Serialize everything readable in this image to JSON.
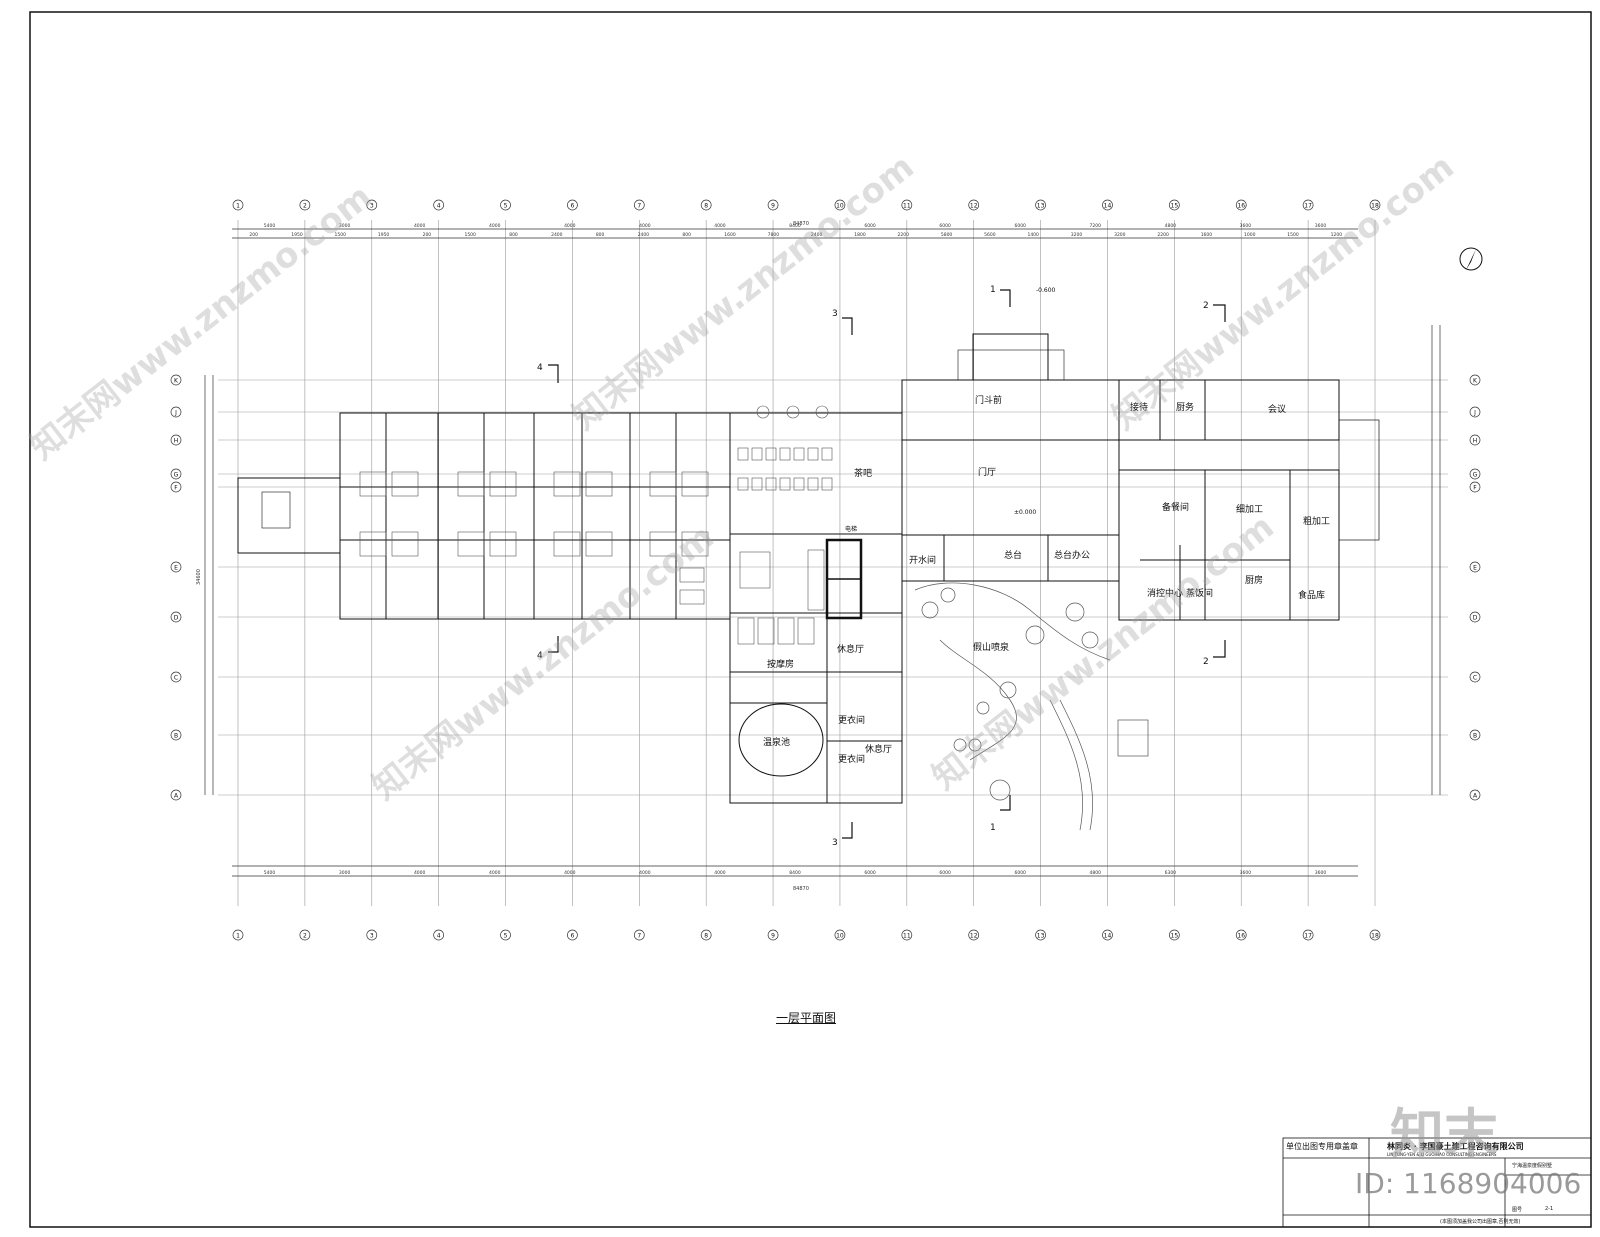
{
  "drawing": {
    "title": "一层平面图",
    "elevations": {
      "floor": "±0.000",
      "outside": "-0.600"
    },
    "overall_dimension": "84870",
    "side_dimension": "34600"
  },
  "axes": {
    "columns": [
      "1",
      "2",
      "3",
      "4",
      "5",
      "6",
      "7",
      "8",
      "9",
      "10",
      "11",
      "12",
      "13",
      "14",
      "15",
      "16",
      "17",
      "18"
    ],
    "rows": [
      "A",
      "B",
      "C",
      "D",
      "E",
      "F",
      "G",
      "H",
      "J",
      "K"
    ]
  },
  "dims_top_row1": [
    "5400",
    "3000",
    "4000",
    "4000",
    "4000",
    "4000",
    "4000",
    "8400",
    "6000",
    "6000",
    "6000",
    "7200",
    "4800",
    "3600",
    "3600"
  ],
  "dims_top_row2": [
    "200",
    "1950",
    "1500",
    "1950",
    "200",
    "1500",
    "800",
    "2400",
    "800",
    "2400",
    "800",
    "1600",
    "7800",
    "2400",
    "1800",
    "2200",
    "5800",
    "5600",
    "1400",
    "3200",
    "3200",
    "2200",
    "1600",
    "1000",
    "1500",
    "1200"
  ],
  "dims_bottom": [
    "5400",
    "3000",
    "4000",
    "4000",
    "4000",
    "4000",
    "4000",
    "8400",
    "6000",
    "6000",
    "6000",
    "4800",
    "6300",
    "3600",
    "3600"
  ],
  "section_marks": [
    "1",
    "2",
    "3",
    "4"
  ],
  "rooms": {
    "tea_bar": "茶吧",
    "reception": "门斗前",
    "lobby": "门厅",
    "duty": "接待",
    "office": "厨务",
    "meeting": "会议",
    "prep": "备餐间",
    "fine_process": "细加工",
    "rough_process": "粗加工",
    "boiler": "开水间",
    "front_desk": "总台",
    "desk_office": "总台办公",
    "fire_control": "消控中心",
    "steam_room": "蒸饭间",
    "kitchen": "厨房",
    "food_store": "食品库",
    "rockery": "假山喷泉",
    "lounge1": "休息厅",
    "massage": "按摩房",
    "hot_spring": "温泉池",
    "changing1": "更衣间",
    "changing2": "更衣间",
    "lounge2": "休息厅",
    "elevator": "电梯"
  },
  "title_block": {
    "stamp_label": "单位出图专用章盖章",
    "company": "林同炎 · 李国豪土建工程咨询有限公司",
    "company_en": "LIN TUNG-YEN & LI GUO-HAO CONSULTING ENGINEERS",
    "project": "宁海温泉度假别墅",
    "note": "(本图须加盖我公司出图章,否则无效)",
    "sheet_label": "图号",
    "sheet_no": "2-1"
  },
  "watermark": {
    "brand": "知末",
    "site": "知末网www.znzmo.com",
    "id": "ID: 1168904006"
  }
}
